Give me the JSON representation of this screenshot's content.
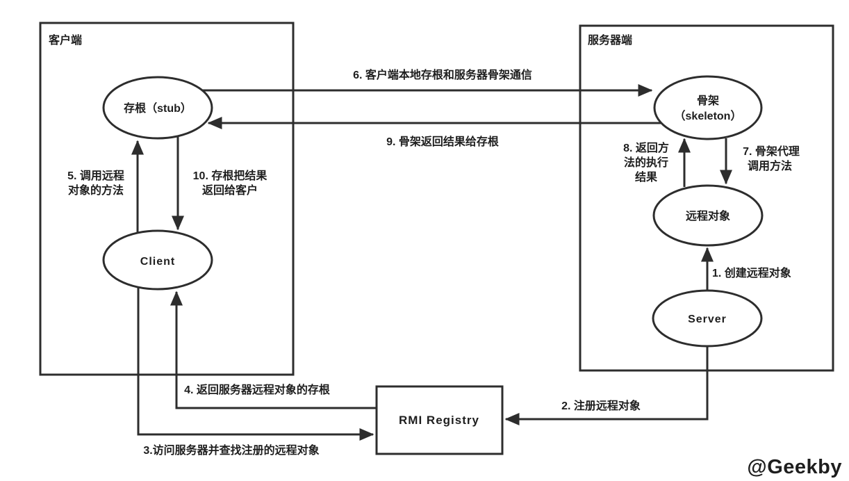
{
  "colors": {
    "background": "#ffffff",
    "stroke": "#2d2d2d",
    "text": "#1e1e1e"
  },
  "containers": {
    "client_box": {
      "label": "客户端"
    },
    "server_box": {
      "label": "服务器端"
    },
    "registry_box": {
      "label": "RMI Registry"
    }
  },
  "nodes": {
    "stub": {
      "label": "存根（stub）"
    },
    "client": {
      "label": "Client"
    },
    "skeleton": {
      "lines": [
        "骨架",
        "（skeleton）"
      ]
    },
    "remote_object": {
      "label": "远程对象"
    },
    "server": {
      "label": "Server"
    }
  },
  "steps": {
    "s1": {
      "label": "1. 创建远程对象"
    },
    "s2": {
      "label": "2. 注册远程对象"
    },
    "s3": {
      "label": "3.访问服务器并查找注册的远程对象"
    },
    "s4": {
      "label": "4. 返回服务器远程对象的存根"
    },
    "s5": {
      "lines": [
        "5. 调用远程",
        "对象的方法"
      ]
    },
    "s6": {
      "label": "6. 客户端本地存根和服务器骨架通信"
    },
    "s7": {
      "lines": [
        "7. 骨架代理",
        "调用方法"
      ]
    },
    "s8": {
      "lines": [
        "8. 返回方",
        "法的执行",
        "结果"
      ]
    },
    "s9": {
      "label": "9. 骨架返回结果给存根"
    },
    "s10": {
      "lines": [
        "10. 存根把结果",
        "返回给客户"
      ]
    }
  },
  "watermark": "@Geekby"
}
